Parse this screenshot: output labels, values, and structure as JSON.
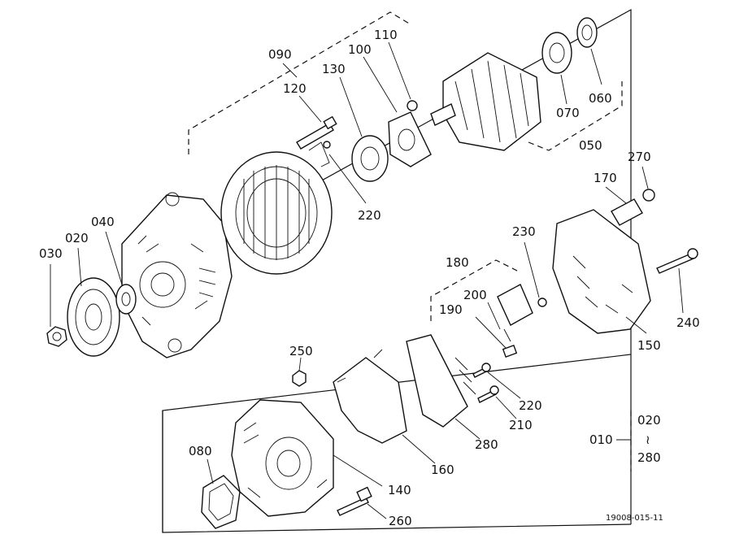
{
  "labels": {
    "p030": "030",
    "p020": "020",
    "p040": "040",
    "p090": "090",
    "p120": "120",
    "p130": "130",
    "p100": "100",
    "p110": "110",
    "p220a": "220",
    "p050": "050",
    "p070": "070",
    "p060": "060",
    "p170": "170",
    "p270": "270",
    "p230": "230",
    "p180": "180",
    "p200": "200",
    "p190": "190",
    "p240": "240",
    "p150": "150",
    "p250": "250",
    "p220b": "220",
    "p210": "210",
    "p280a": "280",
    "p160": "160",
    "p080": "080",
    "p140": "140",
    "p260": "260"
  },
  "kit": {
    "ref": "010",
    "from": "020",
    "tilde": "≀",
    "to": "280"
  },
  "code": "19008-015-11"
}
